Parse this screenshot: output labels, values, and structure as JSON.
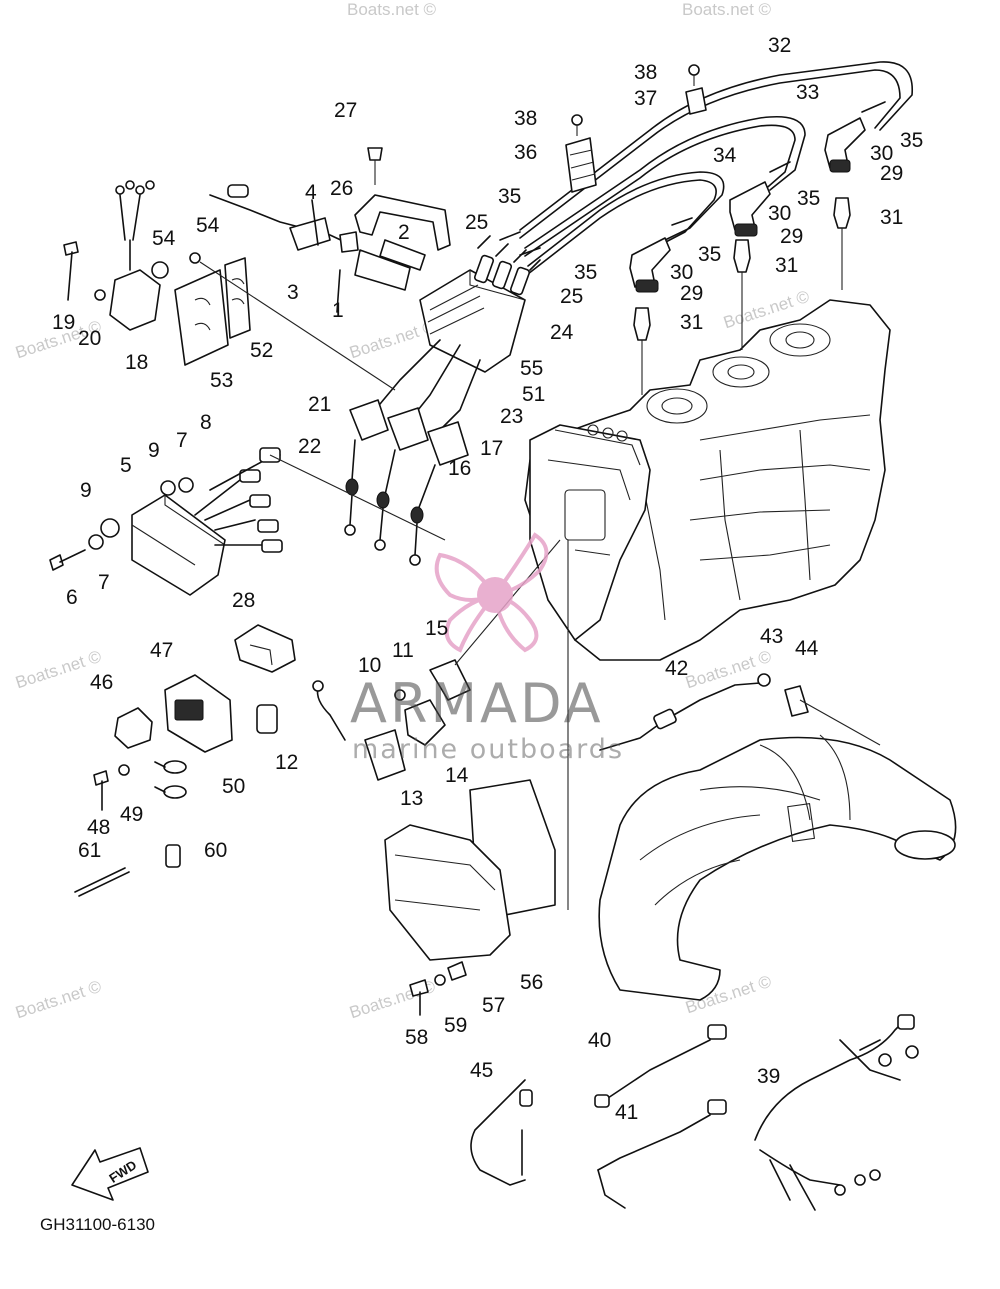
{
  "diagram": {
    "drawing_code": "GH31100-6130",
    "direction_label": "FWD",
    "watermark_text": "Boats.net ©",
    "logo": {
      "title": "ARMADA",
      "subtitle": "marine outboards",
      "accent_color": "#e6a3c8"
    }
  },
  "labels": [
    "1",
    "2",
    "3",
    "4",
    "5",
    "6",
    "7",
    "7",
    "8",
    "9",
    "9",
    "10",
    "11",
    "12",
    "13",
    "14",
    "15",
    "16",
    "17",
    "18",
    "19",
    "20",
    "21",
    "22",
    "23",
    "24",
    "25",
    "25",
    "26",
    "27",
    "28",
    "29",
    "29",
    "29",
    "30",
    "30",
    "30",
    "31",
    "31",
    "31",
    "32",
    "33",
    "34",
    "35",
    "35",
    "35",
    "35",
    "35",
    "36",
    "37",
    "38",
    "38",
    "39",
    "40",
    "41",
    "42",
    "43",
    "44",
    "45",
    "46",
    "47",
    "48",
    "49",
    "50",
    "51",
    "52",
    "53",
    "54",
    "54",
    "55",
    "56",
    "57",
    "58",
    "59",
    "60",
    "61"
  ]
}
